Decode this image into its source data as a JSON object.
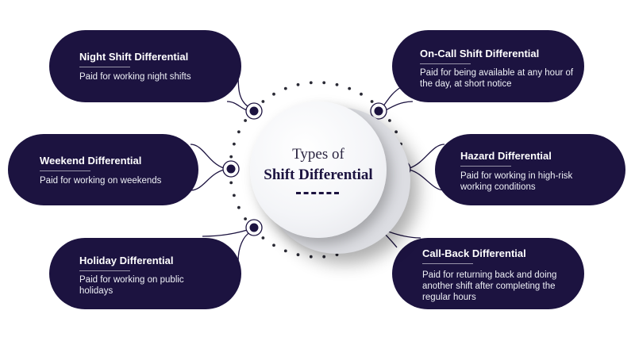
{
  "diagram": {
    "center": {
      "line1": "Types of",
      "line2": "Shift Differential"
    },
    "colors": {
      "pill": "#1c1340",
      "node": "#1c1340",
      "connector": "#1c1340",
      "dots": "#2a2a35"
    },
    "items": [
      {
        "title": "Night Shift Differential",
        "description": "Paid for working night shifts"
      },
      {
        "title": "On-Call Shift Differential",
        "description": "Paid for being available at any hour of the day, at short notice"
      },
      {
        "title": "Weekend Differential",
        "description": "Paid for working on weekends"
      },
      {
        "title": "Hazard Differential",
        "description": "Paid for working in high-risk working conditions"
      },
      {
        "title": "Holiday Differential",
        "description": "Paid for working on public holidays"
      },
      {
        "title": "Call-Back Differential",
        "description": "Paid for returning back and doing another shift after completing the regular hours"
      }
    ]
  }
}
